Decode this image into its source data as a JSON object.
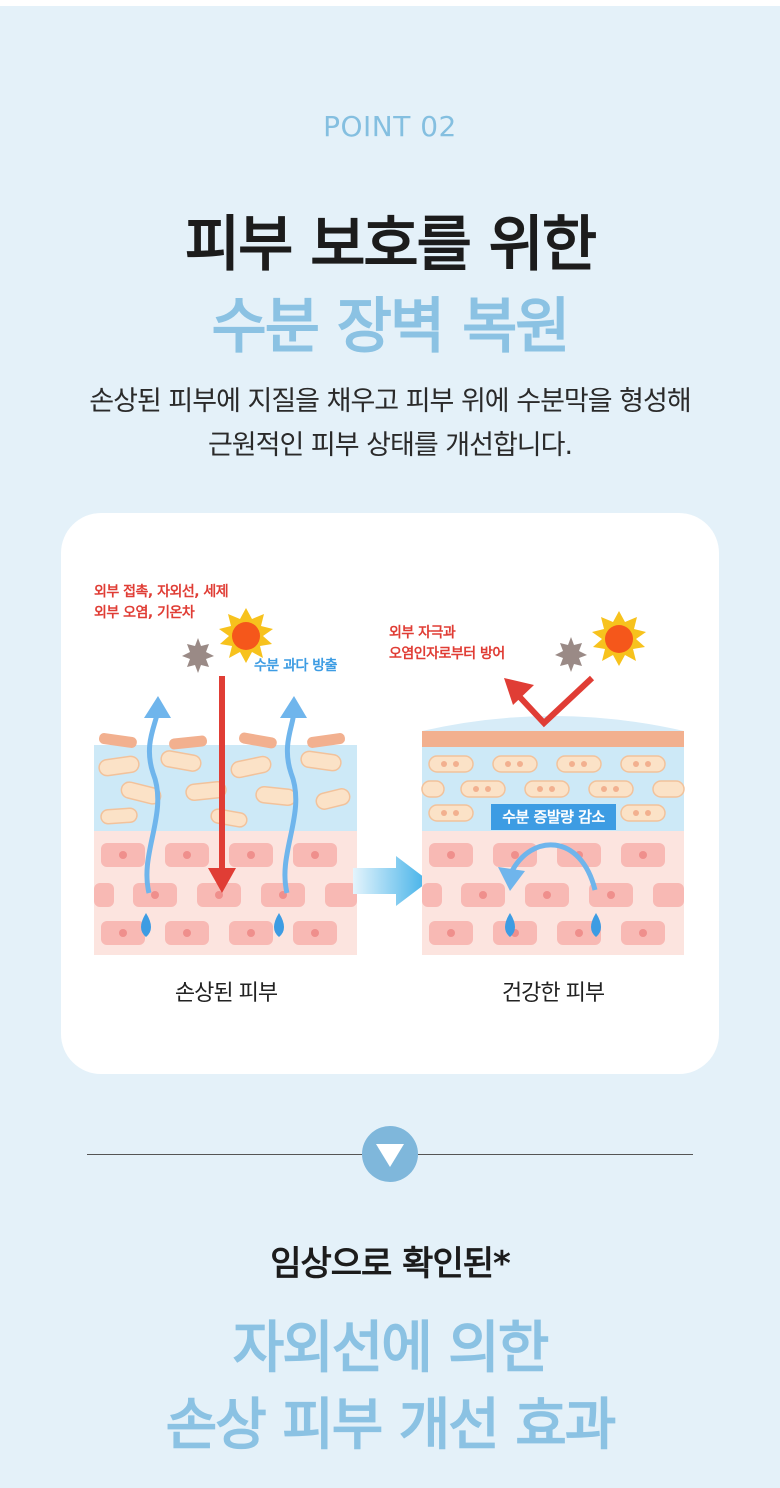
{
  "header": {
    "point": "POINT 02",
    "title_line1": "피부 보호를 위한",
    "title_line2": "수분 장벽 복원",
    "desc_line1": "손상된 피부에 지질을 채우고 피부 위에 수분막을 형성해",
    "desc_line2": "근원적인 피부 상태를 개선합니다."
  },
  "diagram": {
    "left": {
      "aggressor_line1": "외부 접촉, 자외선, 세제",
      "aggressor_line2": "외부 오염, 기온차",
      "water_loss": "수분 과다 방출",
      "caption": "손상된 피부"
    },
    "right": {
      "defense_line1": "외부 자극과",
      "defense_line2": "오염인자로부터 방어",
      "badge": "수분 증발량 감소",
      "caption": "건강한 피부"
    },
    "colors": {
      "red": "#e03d35",
      "blue": "#3d9ce3",
      "arrow_blue": "#6fb5ec",
      "lipid": "#f2b08f",
      "sun_core": "#f5571b",
      "sun_outer": "#f7c21d",
      "dust": "#9a8a86"
    }
  },
  "section2": {
    "subtitle": "임상으로 확인된*",
    "title_line1": "자외선에 의한",
    "title_line2": "손상 피부 개선 효과",
    "divider_icon": "triangle-down-icon"
  }
}
